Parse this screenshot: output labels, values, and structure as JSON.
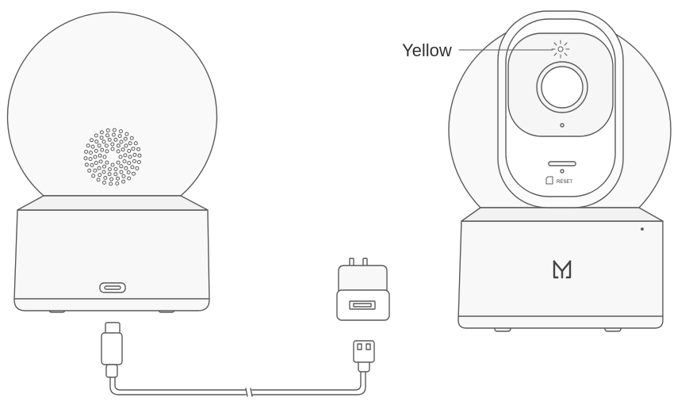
{
  "callout": {
    "led_color": "Yellow"
  },
  "device": {
    "reset_label": "RESET",
    "brand_mark": "M"
  },
  "colors": {
    "stroke": "#5a5a5a",
    "fill": "#f7f7f7",
    "text": "#333333"
  },
  "icons": {
    "rear_speaker": "speaker-grille-icon",
    "indicator": "status-led-icon",
    "charger": "usb-power-adapter-icon",
    "cable": "micro-usb-cable-icon"
  }
}
